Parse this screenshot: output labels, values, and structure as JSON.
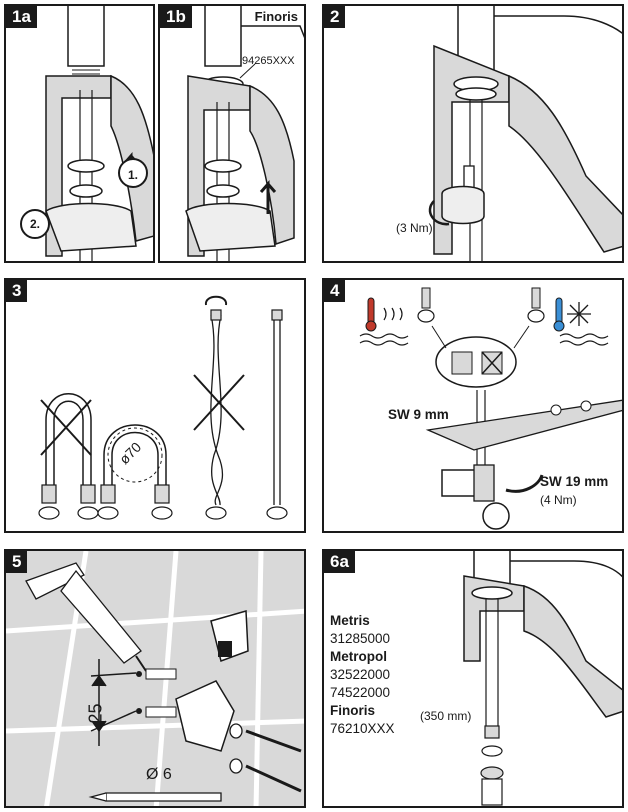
{
  "panels": [
    {
      "id": "1a"
    },
    {
      "id": "1b",
      "brand": "Finoris",
      "part_number": "94265XXX"
    },
    {
      "id": "2",
      "torque": "(3 Nm)"
    },
    {
      "id": "3",
      "diameter": "ø70"
    },
    {
      "id": "4",
      "wrench_small": "SW 9 mm",
      "wrench_large": "SW 19 mm",
      "torque": "(4 Nm)"
    },
    {
      "id": "5",
      "spacing": "25",
      "drill": "Ø 6"
    },
    {
      "id": "6a",
      "hose_length": "(350 mm)",
      "models": [
        {
          "name": "Metris",
          "numbers": [
            "31285000"
          ]
        },
        {
          "name": "Metropol",
          "numbers": [
            "32522000",
            "74522000"
          ]
        },
        {
          "name": "Finoris",
          "numbers": [
            "76210XXX"
          ]
        }
      ]
    }
  ],
  "steps": {
    "first": "1.",
    "second": "2."
  },
  "icons": [
    "hot-water-icon",
    "cold-water-icon",
    "rotate-arrow-icon",
    "cross-out-icon"
  ],
  "colors": {
    "hot": "#c0392b",
    "cold": "#3a8fd6",
    "ink": "#1a1a1a",
    "wall": "#d9d9d9"
  }
}
